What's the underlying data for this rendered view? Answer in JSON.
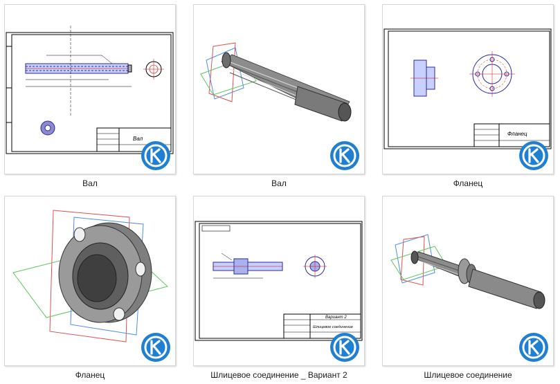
{
  "files": [
    {
      "name": "Вал",
      "kind": "drawing"
    },
    {
      "name": "Вал",
      "kind": "model"
    },
    {
      "name": "Фланец",
      "kind": "drawing"
    },
    {
      "name": "Фланец",
      "kind": "model"
    },
    {
      "name": "Шлицевое соединение _ Вариант 2",
      "kind": "drawing"
    },
    {
      "name": "Шлицевое соединение",
      "kind": "model"
    }
  ],
  "drawing_titles": {
    "val": "Вал",
    "flanec": "Фланец",
    "shlic_variant": "Вариант 2",
    "shlic_title": "Шлицевое соединение"
  },
  "badge_icon": "kompas-3d-logo-icon",
  "colors": {
    "badge": "#1f7fd0",
    "plane_red": "#e05050",
    "plane_green": "#5cc85c",
    "plane_blue": "#4a90e0"
  }
}
